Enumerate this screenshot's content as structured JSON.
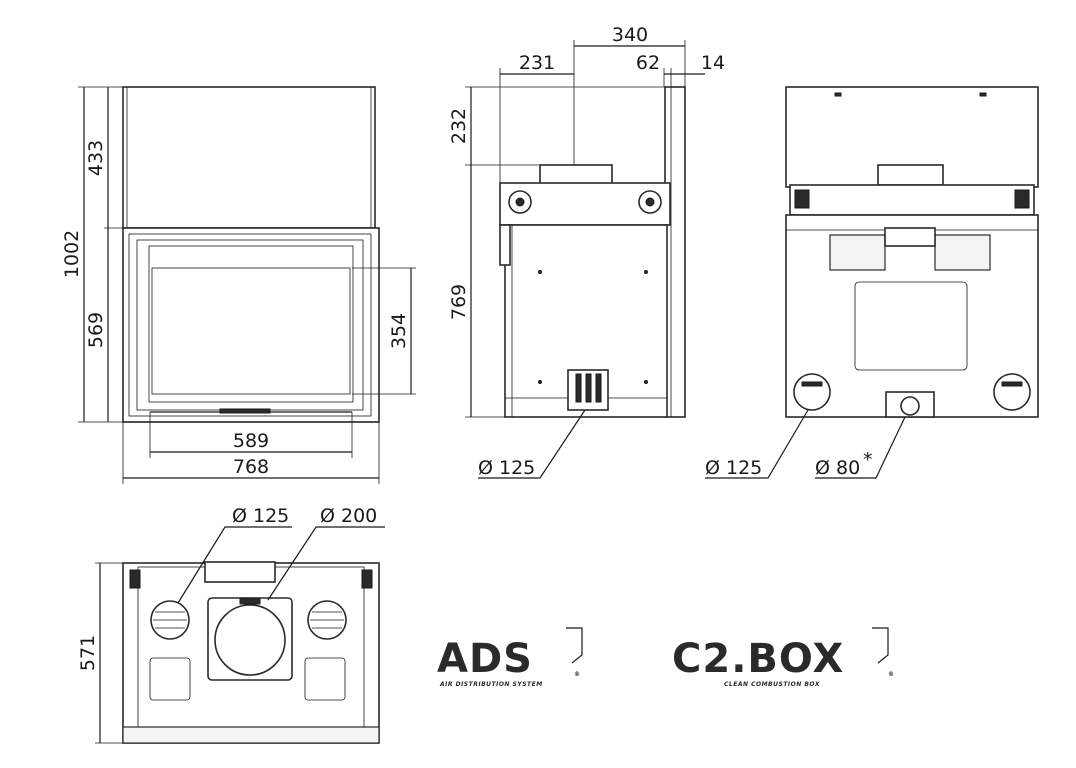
{
  "dimensions": {
    "front_total_height": "1002",
    "front_top_height": "433",
    "front_bottom_height": "569",
    "front_glass_height": "354",
    "front_glass_width": "589",
    "front_total_width": "768",
    "side_width": "340",
    "side_offset": "231",
    "side_depth_a": "62",
    "side_depth_b": "14",
    "side_top_height": "232",
    "side_body_height": "769",
    "side_duct": "Ø 125",
    "back_duct_left": "Ø 125",
    "back_duct_center": "Ø 80",
    "back_duct_center_mark": "*",
    "top_duct_small": "Ø 125",
    "top_duct_large": "Ø 200",
    "top_depth": "571"
  },
  "logos": {
    "ads_name": "ADS",
    "ads_tagline": "AIR DISTRIBUTION SYSTEM",
    "c2box_name": "C2.BOX",
    "c2box_tagline": "CLEAN COMBUSTION BOX",
    "registered_mark": "®"
  }
}
